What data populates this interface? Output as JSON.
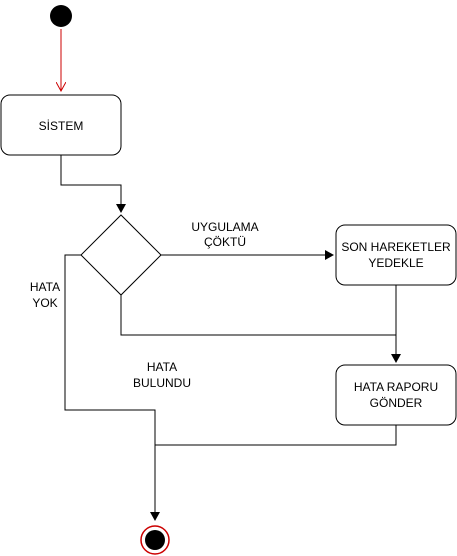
{
  "diagram": {
    "nodes": {
      "start": {
        "kind": "initial"
      },
      "sistem": {
        "kind": "action",
        "lines": [
          "SİSTEM"
        ]
      },
      "decision": {
        "kind": "decision"
      },
      "son_hareketler": {
        "kind": "action",
        "lines": [
          "SON HAREKETLER",
          "YEDEKLE"
        ]
      },
      "hata_raporu": {
        "kind": "action",
        "lines": [
          "HATA RAPORU",
          "GÖNDER"
        ]
      },
      "end": {
        "kind": "final"
      }
    },
    "edge_labels": {
      "uygulama_coktu": [
        "UYGULAMA",
        "ÇÖKTÜ"
      ],
      "hata_yok": [
        "HATA",
        "YOK"
      ],
      "hata_bulundu": [
        "HATA",
        "BULUNDU"
      ]
    },
    "colors": {
      "start_arrow": "#cc0000",
      "final_ring": "#cc0000",
      "stroke": "#000000",
      "fill": "#ffffff"
    }
  }
}
